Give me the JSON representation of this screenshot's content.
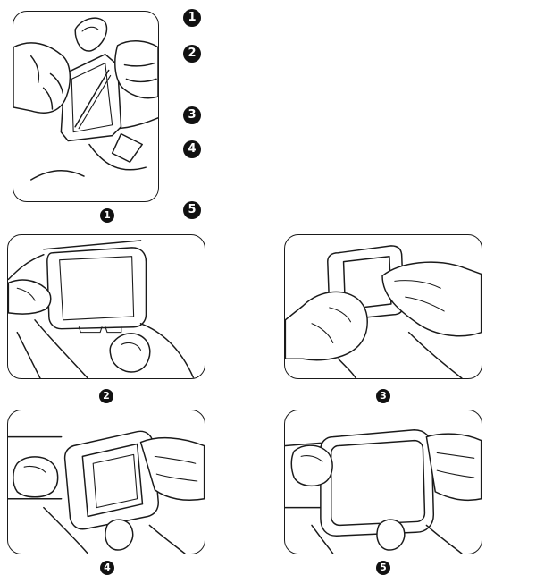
{
  "panels": [
    {
      "number": "1",
      "name": "step-1"
    },
    {
      "number": "2",
      "name": "step-2"
    },
    {
      "number": "3",
      "name": "step-3"
    },
    {
      "number": "4",
      "name": "step-4"
    },
    {
      "number": "5",
      "name": "step-5"
    }
  ],
  "steps": [
    {
      "number": "1",
      "text": ""
    },
    {
      "number": "2",
      "text": ""
    },
    {
      "number": "3",
      "text": ""
    },
    {
      "number": "4",
      "text": ""
    },
    {
      "number": "5",
      "text": ""
    }
  ]
}
